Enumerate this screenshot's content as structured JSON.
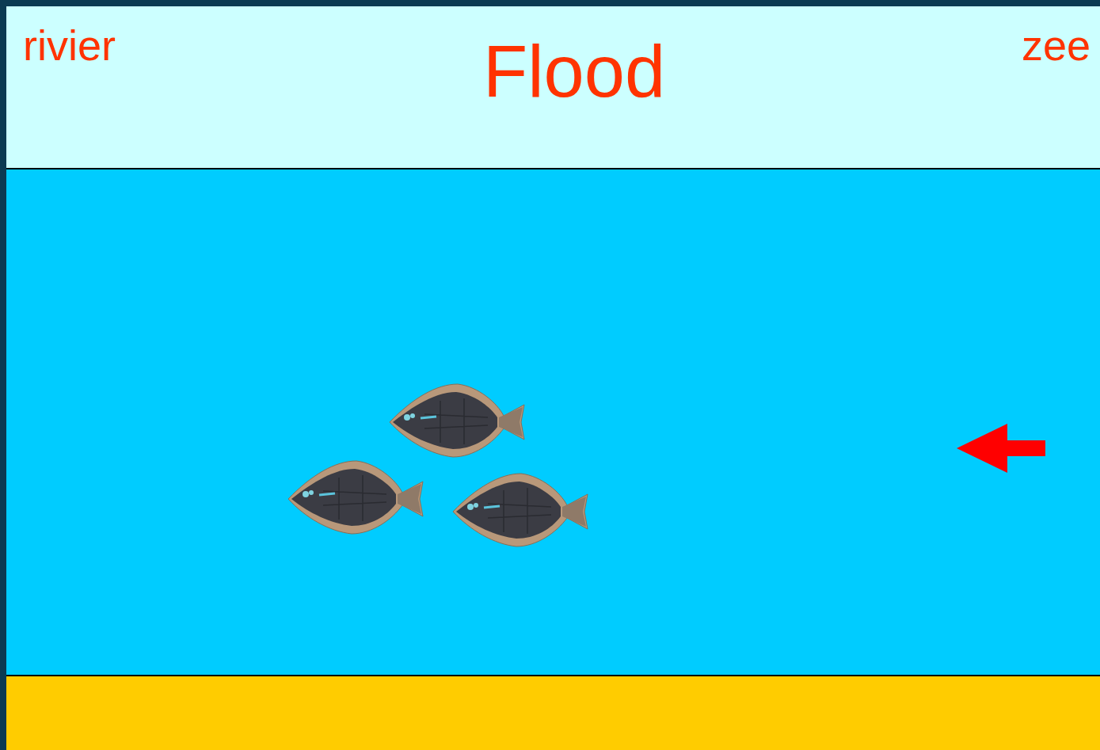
{
  "diagram": {
    "title": "Flood",
    "labels": [
      "rivier",
      "zee"
    ]
  }
}
